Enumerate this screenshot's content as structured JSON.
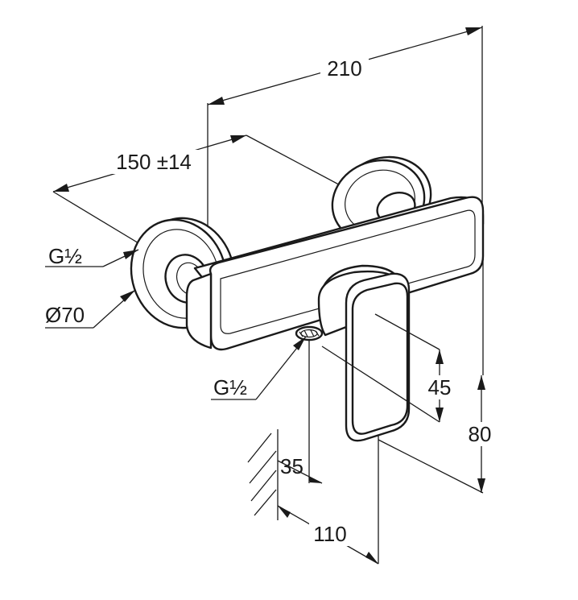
{
  "drawing": {
    "dimensions": {
      "overall_width": "210",
      "center_distance": "150 ±14",
      "inlet_thread": "G½",
      "rosette_diameter": "Ø70",
      "outlet_thread": "G½",
      "lever_height": "45",
      "body_height": "80",
      "wall_to_outlet": "35",
      "projection": "110"
    }
  }
}
